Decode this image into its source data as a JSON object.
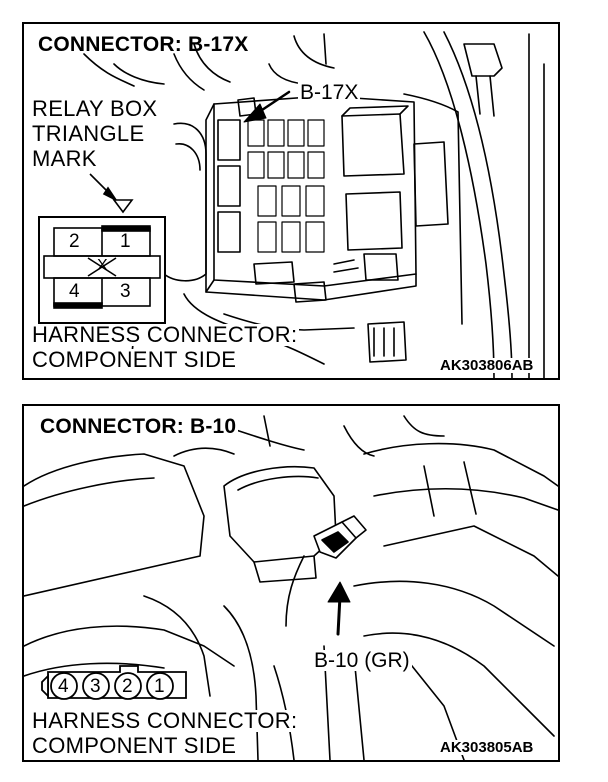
{
  "top_panel": {
    "title": "CONNECTOR: B-17X",
    "callout": "B-17X",
    "relay_lines": [
      "RELAY BOX",
      "TRIANGLE",
      "MARK"
    ],
    "pins": [
      "1",
      "2",
      "3",
      "4"
    ],
    "center_mark": "X",
    "harness_lines": [
      "HARNESS CONNECTOR:",
      "COMPONENT SIDE"
    ],
    "code": "AK303806AB"
  },
  "bottom_panel": {
    "title": "CONNECTOR: B-10",
    "callout": "B-10 (GR)",
    "pins": [
      "4",
      "3",
      "2",
      "1"
    ],
    "harness_lines": [
      "HARNESS CONNECTOR:",
      "COMPONENT SIDE"
    ],
    "code": "AK303805AB"
  }
}
